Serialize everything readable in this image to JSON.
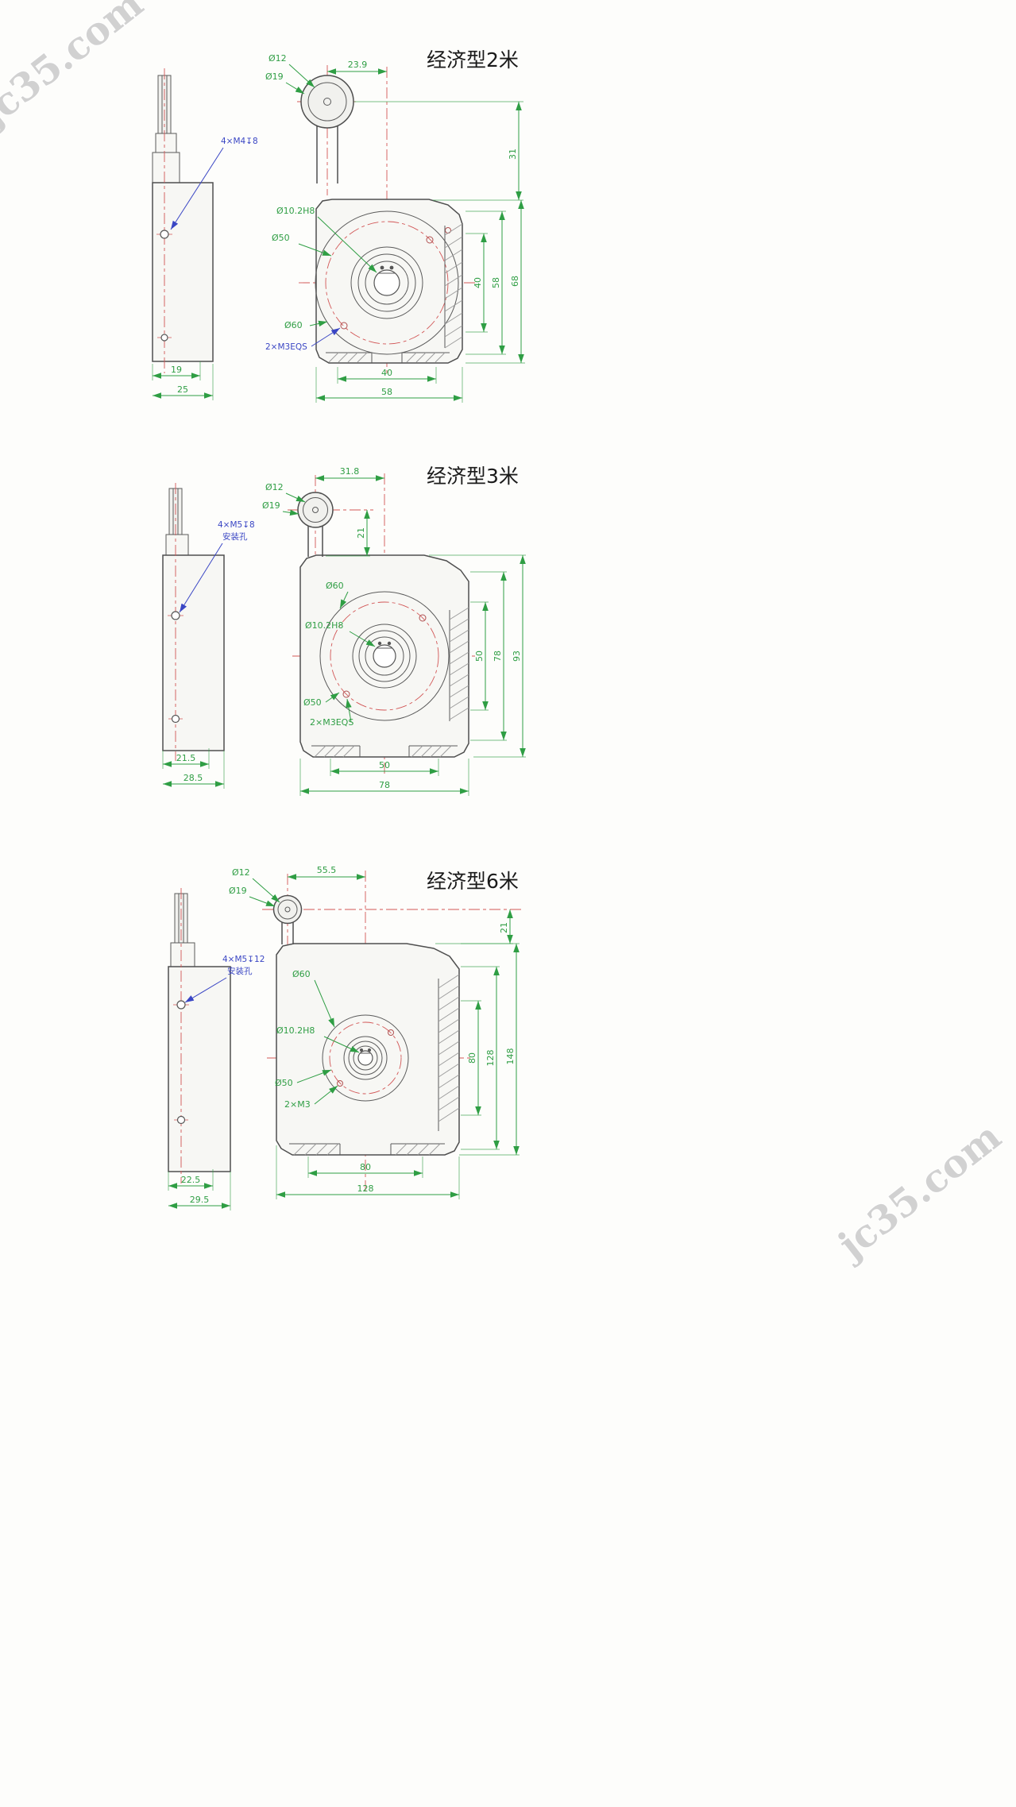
{
  "watermark": {
    "text": "jc35.com"
  },
  "colors": {
    "dimension": "#2f9e44",
    "centerline": "#d25656",
    "annotation": "#3a46c4",
    "outline": "#4f4f4f"
  },
  "panels": [
    {
      "title": "经济型2米",
      "side": {
        "note_line1": "4×M4↧8",
        "note_line2": "",
        "dim_inner": "19",
        "dim_outer": "25"
      },
      "front": {
        "pulley_bore": "Ø12",
        "pulley_od": "Ø19",
        "top_offset": "23.9",
        "pulley_height": "31",
        "shaft_bore": "Ø10.2H8",
        "bolt_circle": "Ø50",
        "boss_circle": "Ø60",
        "screw_note": "2×M3EQS",
        "right_dims": [
          "40",
          "58",
          "68"
        ],
        "bottom_dims": [
          "40",
          "58"
        ]
      }
    },
    {
      "title": "经济型3米",
      "side": {
        "note_line1": "4×M5↧8",
        "note_line2": "安装孔",
        "dim_inner": "21.5",
        "dim_outer": "28.5"
      },
      "front": {
        "pulley_bore": "Ø12",
        "pulley_od": "Ø19",
        "top_offset": "31.8",
        "pulley_height": "21",
        "shaft_bore": "Ø10.2H8",
        "bolt_circle": "Ø50",
        "boss_circle": "Ø60",
        "screw_note": "2×M3EQS",
        "right_dims": [
          "50",
          "78",
          "93"
        ],
        "bottom_dims": [
          "50",
          "78"
        ]
      }
    },
    {
      "title": "经济型6米",
      "side": {
        "note_line1": "4×M5↧12",
        "note_line2": "安装孔",
        "dim_inner": "22.5",
        "dim_outer": "29.5"
      },
      "front": {
        "pulley_bore": "Ø12",
        "pulley_od": "Ø19",
        "top_offset": "55.5",
        "pulley_height": "21",
        "shaft_bore": "Ø10.2H8",
        "bolt_circle": "Ø50",
        "boss_circle": "Ø60",
        "screw_note": "2×M3",
        "right_dims": [
          "80",
          "128",
          "148"
        ],
        "bottom_dims": [
          "80",
          "128"
        ]
      }
    }
  ]
}
